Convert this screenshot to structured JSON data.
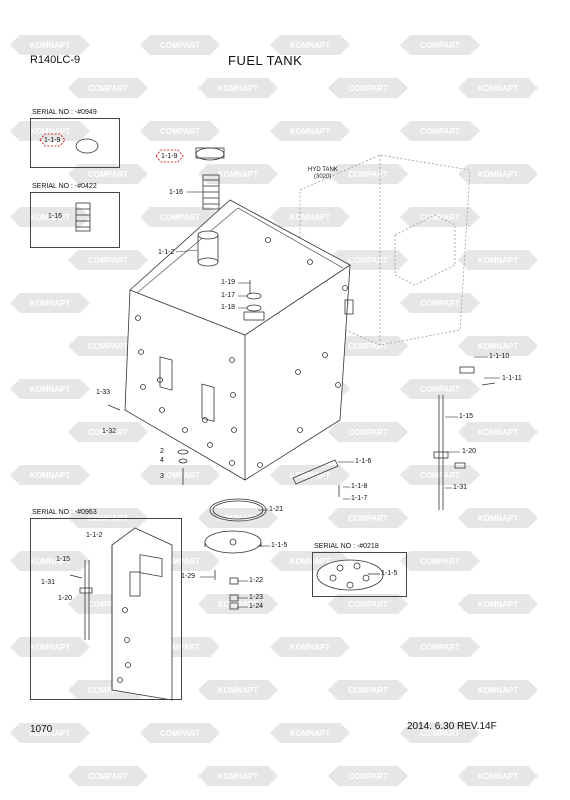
{
  "header": {
    "model": "R140LC-9",
    "title": "FUEL TANK"
  },
  "footer": {
    "page": "1070",
    "revision": "2014. 6.30  REV.14F"
  },
  "watermark": {
    "texts": [
      "KOMNAPT",
      "COMPART"
    ]
  },
  "inserts": [
    {
      "serial": "SERIAL NO : -#0949"
    },
    {
      "serial": "SERIAL NO : -#0422"
    },
    {
      "serial": "SERIAL NO : -#0963"
    },
    {
      "serial": "SERIAL NO : -#0218"
    }
  ],
  "hyd_tank": {
    "line1": "HYD TANK",
    "line2": "(3020)"
  },
  "callouts": {
    "c_1_1_9a": "1-1-9",
    "c_1_1_9b": "1-1-9",
    "c_1_16a": "1-16",
    "c_1_16b": "1-16",
    "c_1_1_2a": "1-1-2",
    "c_1_1_2b": "1-1-2",
    "c_1_19": "1-19",
    "c_1_17": "1-17",
    "c_1_18": "1-18",
    "c_1_1_10": "1-1-10",
    "c_1_1_11": "1-1-11",
    "c_1_33": "1-33",
    "c_1_32": "1-32",
    "c_1_15a": "1-15",
    "c_1_15b": "1-15",
    "c_1_20a": "1-20",
    "c_1_20b": "1-20",
    "c_1_31a": "1-31",
    "c_1_31b": "1-31",
    "c_2": "2",
    "c_4": "4",
    "c_3": "3",
    "c_1_1_6": "1-1-6",
    "c_1_1_8": "1-1-8",
    "c_1_1_7": "1-1-7",
    "c_1_21": "1-21",
    "c_1_1_5a": "1-1-5",
    "c_1_1_5b": "1-1-5",
    "c_1_29": "1-29",
    "c_1_22": "1-22",
    "c_1_23": "1-23",
    "c_1_24": "1-24"
  }
}
